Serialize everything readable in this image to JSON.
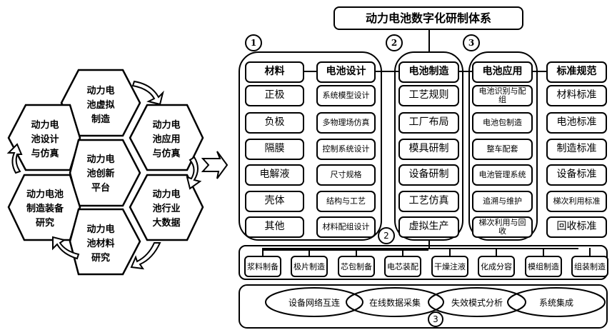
{
  "title": "动力电池数字化研制体系",
  "hexagons": {
    "center": "动力电池创新平台",
    "top": "动力电池虚拟制造",
    "top_right": "动力电池应用与仿真",
    "bottom_right": "动力电池行业大数据",
    "bottom": "动力电池材料研究",
    "bottom_left": "动力电池制造装备研究",
    "top_left": "动力电池设计与仿真",
    "lines": {
      "center": [
        "动力电",
        "池创新",
        "平台"
      ],
      "top": [
        "动力电",
        "池虚拟",
        "制造"
      ],
      "top_right": [
        "动力电",
        "池应用",
        "与仿真"
      ],
      "bottom_right": [
        "动力电",
        "池行业",
        "大数据"
      ],
      "bottom": [
        "动力电",
        "池材料",
        "研究"
      ],
      "bottom_left": [
        "动力电池",
        "制造装备",
        "研究"
      ],
      "top_left": [
        "动力电",
        "池设计",
        "与仿真"
      ]
    }
  },
  "markers": {
    "one": "1",
    "two": "2",
    "three": "3"
  },
  "columns": [
    {
      "header": "材料",
      "items": [
        "正极",
        "负极",
        "隔膜",
        "电解液",
        "壳体",
        "其他"
      ]
    },
    {
      "header": "电池设计",
      "items": [
        "系统模型设计",
        "多物理场仿真",
        "控制系统设计",
        "尺寸规格",
        "结构与工艺",
        "材料配组设计"
      ]
    },
    {
      "header": "电池制造",
      "items": [
        "工艺规则",
        "工厂布局",
        "模具研制",
        "设备研制",
        "工艺仿真",
        "虚拟生产"
      ]
    },
    {
      "header": "电池应用",
      "items": [
        "电池识别与配组",
        "电池包制造",
        "整车配套",
        "电池管理系统",
        "追溯与维护",
        "梯次利用与回收"
      ]
    },
    {
      "header": "标准规范",
      "items": [
        "材料标准",
        "电池标准",
        "制造标准",
        "设备标准",
        "梯次利用标准",
        "回收标准"
      ]
    }
  ],
  "manufacturing_steps": [
    "浆料制备",
    "极片制造",
    "芯包制备",
    "电芯装配",
    "干燥注液",
    "化成分容",
    "模组制造",
    "组装制造"
  ],
  "manufacturing_steps_lines": [
    [
      "浆料",
      "制备"
    ],
    [
      "极片",
      "制造"
    ],
    [
      "芯包",
      "制备"
    ],
    [
      "电芯",
      "装配"
    ],
    [
      "干燥",
      "注液"
    ],
    [
      "化成",
      "分容"
    ],
    [
      "模组",
      "制造"
    ],
    [
      "组装",
      "制造"
    ]
  ],
  "digital_capabilities": [
    "设备网络互连",
    "在线数据采集",
    "失效模式分析",
    "系统集成"
  ]
}
